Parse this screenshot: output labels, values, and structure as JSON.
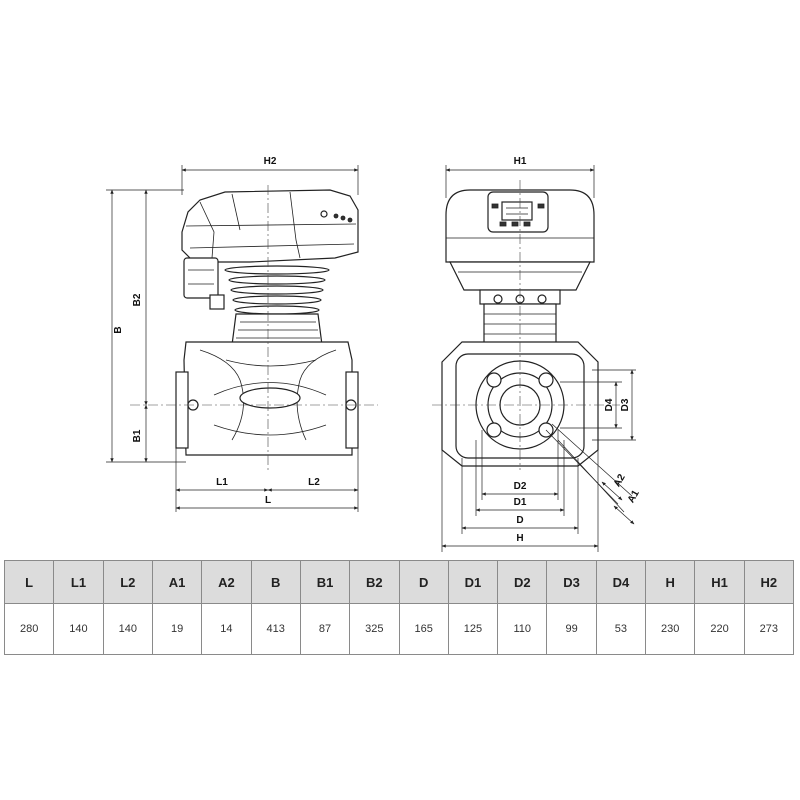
{
  "labels": {
    "H2": "H2",
    "B": "B",
    "B2": "B2",
    "B1": "B1",
    "L1": "L1",
    "L2": "L2",
    "L": "L",
    "H1": "H1",
    "D4": "D4",
    "D3": "D3",
    "D2": "D2",
    "D1": "D1",
    "D": "D",
    "H": "H",
    "A2": "A2",
    "A1": "A1"
  },
  "table": {
    "headers": [
      "L",
      "L1",
      "L2",
      "A1",
      "A2",
      "B",
      "B1",
      "B2",
      "D",
      "D1",
      "D2",
      "D3",
      "D4",
      "H",
      "H1",
      "H2"
    ],
    "values": [
      "280",
      "140",
      "140",
      "19",
      "14",
      "413",
      "87",
      "325",
      "165",
      "125",
      "110",
      "99",
      "53",
      "230",
      "220",
      "273"
    ]
  }
}
